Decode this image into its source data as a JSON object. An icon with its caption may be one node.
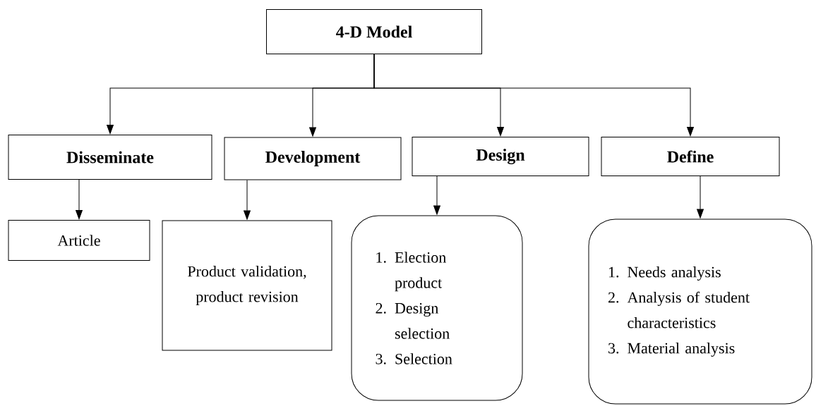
{
  "diagram": {
    "nodes": [
      {
        "text": [
          "4-D Model"
        ]
      },
      {
        "text": [
          "Disseminate"
        ]
      },
      {
        "text": [
          "Development"
        ]
      },
      {
        "text": [
          "Design"
        ]
      },
      {
        "text": [
          "Define"
        ]
      },
      {
        "text": [
          "Article"
        ]
      },
      {
        "text": [
          "Product validation, product revision"
        ]
      },
      {
        "text": [
          "1. Election product",
          "2. Design selection",
          "3. Selection"
        ]
      },
      {
        "text": [
          "1. Needs analysis",
          "2. Analysis of student characteristics",
          "3. Material analysis"
        ]
      }
    ],
    "edges": [
      {
        "from": 0,
        "to": 1,
        "arrow": "to"
      },
      {
        "from": 0,
        "to": 2,
        "arrow": "to"
      },
      {
        "from": 0,
        "to": 3,
        "arrow": "to"
      },
      {
        "from": 0,
        "to": 4,
        "arrow": "to"
      },
      {
        "from": 1,
        "to": 5,
        "arrow": "to"
      },
      {
        "from": 2,
        "to": 6,
        "arrow": "to"
      },
      {
        "from": 3,
        "to": 7,
        "arrow": "to"
      },
      {
        "from": 4,
        "to": 8,
        "arrow": "to"
      }
    ]
  }
}
